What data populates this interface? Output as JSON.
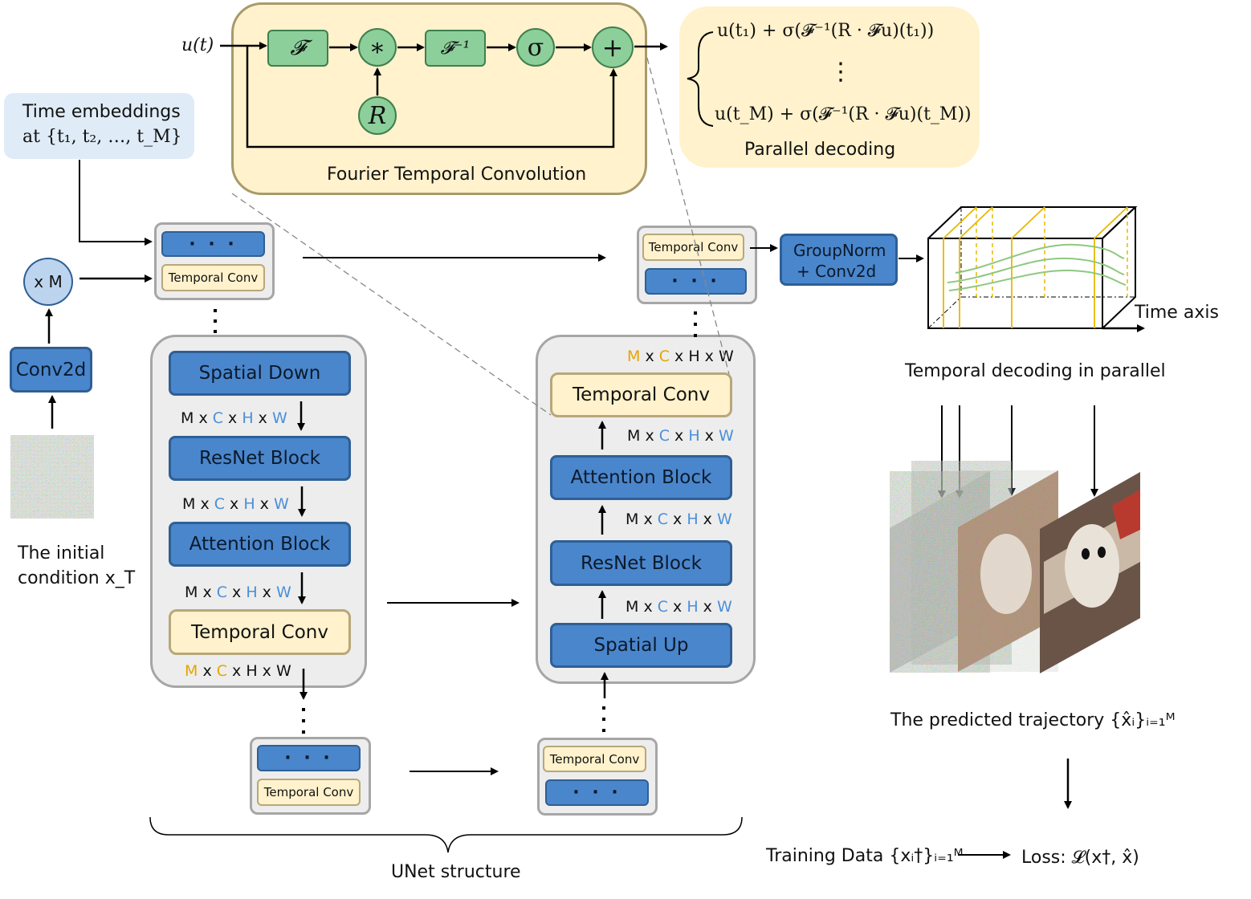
{
  "fourier": {
    "input_label": "u(t)",
    "op_F": "𝓕",
    "op_conv": "∗",
    "op_Finv": "𝓕⁻¹",
    "op_sigma": "σ",
    "op_plus": "+",
    "op_R": "R",
    "caption": "Fourier Temporal Convolution"
  },
  "parallel": {
    "line1": "u(t₁) + σ(𝓕⁻¹(R · 𝓕u)(t₁))",
    "dots": "⋮",
    "line2": "u(t_M) + σ(𝓕⁻¹(R · 𝓕u)(t_M))",
    "caption": "Parallel decoding"
  },
  "time_embed": {
    "line1": "Time embeddings",
    "line2": "at {t₁, t₂, …, t_M}"
  },
  "left": {
    "conv2d": "Conv2d",
    "xm": "x M",
    "initial_line1": "The initial",
    "initial_line2": "condition x_T"
  },
  "encoder_top": {
    "dots": "· · ·",
    "temporal": "Temporal Conv"
  },
  "encoder": {
    "spatial_down": "Spatial Down",
    "resnet": "ResNet Block",
    "attention": "Attention Block",
    "temporal": "Temporal Conv",
    "dim_parts": [
      "M",
      " x ",
      "C",
      " x ",
      "H",
      " x ",
      "W"
    ]
  },
  "encoder_bottom": {
    "dots": "· · ·",
    "temporal": "Temporal Conv"
  },
  "decoder_top": {
    "temporal": "Temporal Conv",
    "dots": "· · ·"
  },
  "decoder": {
    "temporal": "Temporal Conv",
    "attention": "Attention Block",
    "resnet": "ResNet Block",
    "spatial_up": "Spatial Up"
  },
  "decoder_bottom": {
    "temporal": "Temporal Conv",
    "dots": "· · ·"
  },
  "unet_label": "UNet structure",
  "groupnorm": {
    "line1": "GroupNorm",
    "line2": "+ Conv2d"
  },
  "time_axis": "Time axis",
  "temporal_decoding": "Temporal decoding in parallel",
  "predicted": "The predicted trajectory {x̂ᵢ}ᵢ₌₁ᴹ",
  "training": "Training Data {xᵢ†}ᵢ₌₁ᴹ",
  "loss": "Loss: 𝓛(x†, x̂)",
  "colors": {
    "blue": "#4a86cc",
    "yellow": "#fff2cc",
    "green": "#8ccf9b",
    "orange": "#e8a400",
    "lightblue": "#4a8fd8"
  }
}
